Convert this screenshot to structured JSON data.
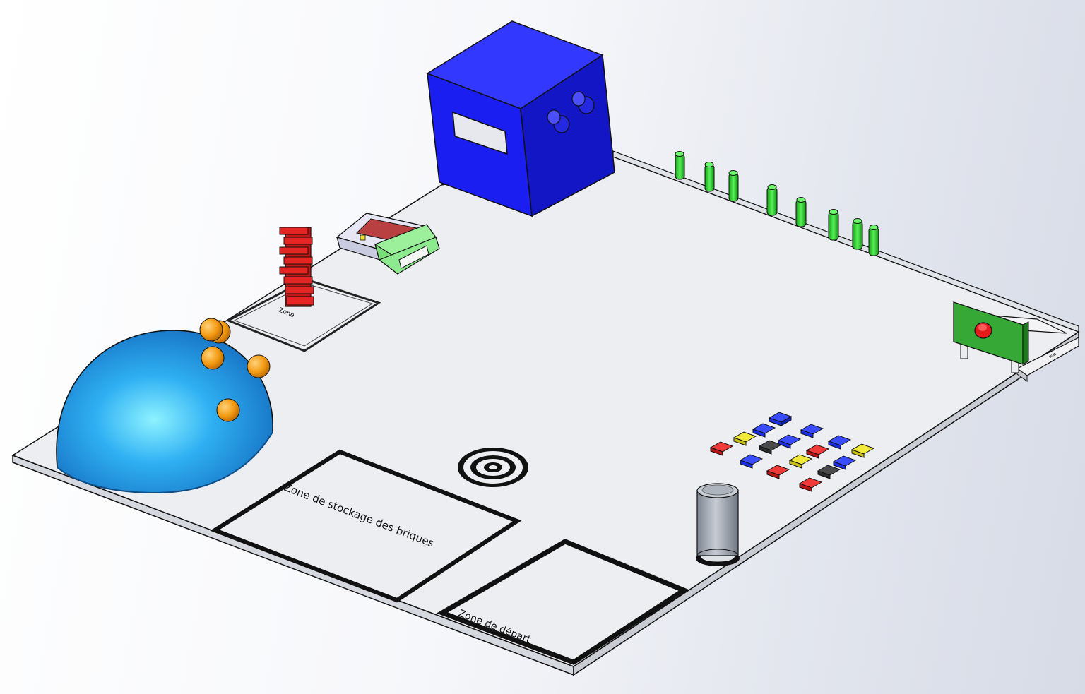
{
  "viewport": {
    "background_colors": [
      "#ffffff",
      "#d7dbe6"
    ]
  },
  "table": {
    "fill_color": "#eceef2",
    "edge_color": "#d5d8de",
    "outline_color": "#111111"
  },
  "zones": {
    "stock": {
      "label": "Zone de stockage des briques"
    },
    "start": {
      "label": "Zone de départ"
    },
    "tower_pad": {
      "label": "Zone"
    }
  },
  "objects": {
    "control_box": {
      "color": "#1a1ef0",
      "icon": "control-box-icon"
    },
    "dome": {
      "color": "#2aa4ee"
    },
    "balls": {
      "color": "#f39a12",
      "count": 5
    },
    "posts": {
      "color": "#27cf27",
      "count": 8
    },
    "brick_tower": {
      "color": "#d11b1b"
    },
    "can": {
      "color": "#9aa2ae"
    },
    "target": {
      "icon": "target-icon"
    },
    "panel": {
      "color": "#35a835"
    },
    "bricks": {
      "colors": [
        "#1a2de6",
        "#e6dc1a",
        "#d61a1a",
        "#3a3a3a"
      ]
    }
  }
}
